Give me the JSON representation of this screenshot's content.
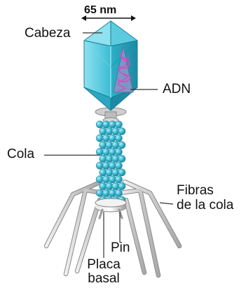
{
  "labels": {
    "scale": "65 nm",
    "head": "Cabeza",
    "dna": "ADN",
    "tail": "Cola",
    "tail_fibers_line1": "Fibras",
    "tail_fibers_line2": "de la cola",
    "pin": "Pin",
    "baseplate_line1": "Placa",
    "baseplate_line2": "basal"
  },
  "colors": {
    "capsid": "#3bbcd4",
    "capsid_dark": "#1f96ae",
    "capsid_light": "#7fdcec",
    "dna": "#b04aa8",
    "collar": "#c9c9c9",
    "fibers": "#d6d6d6",
    "line": "#333333"
  }
}
